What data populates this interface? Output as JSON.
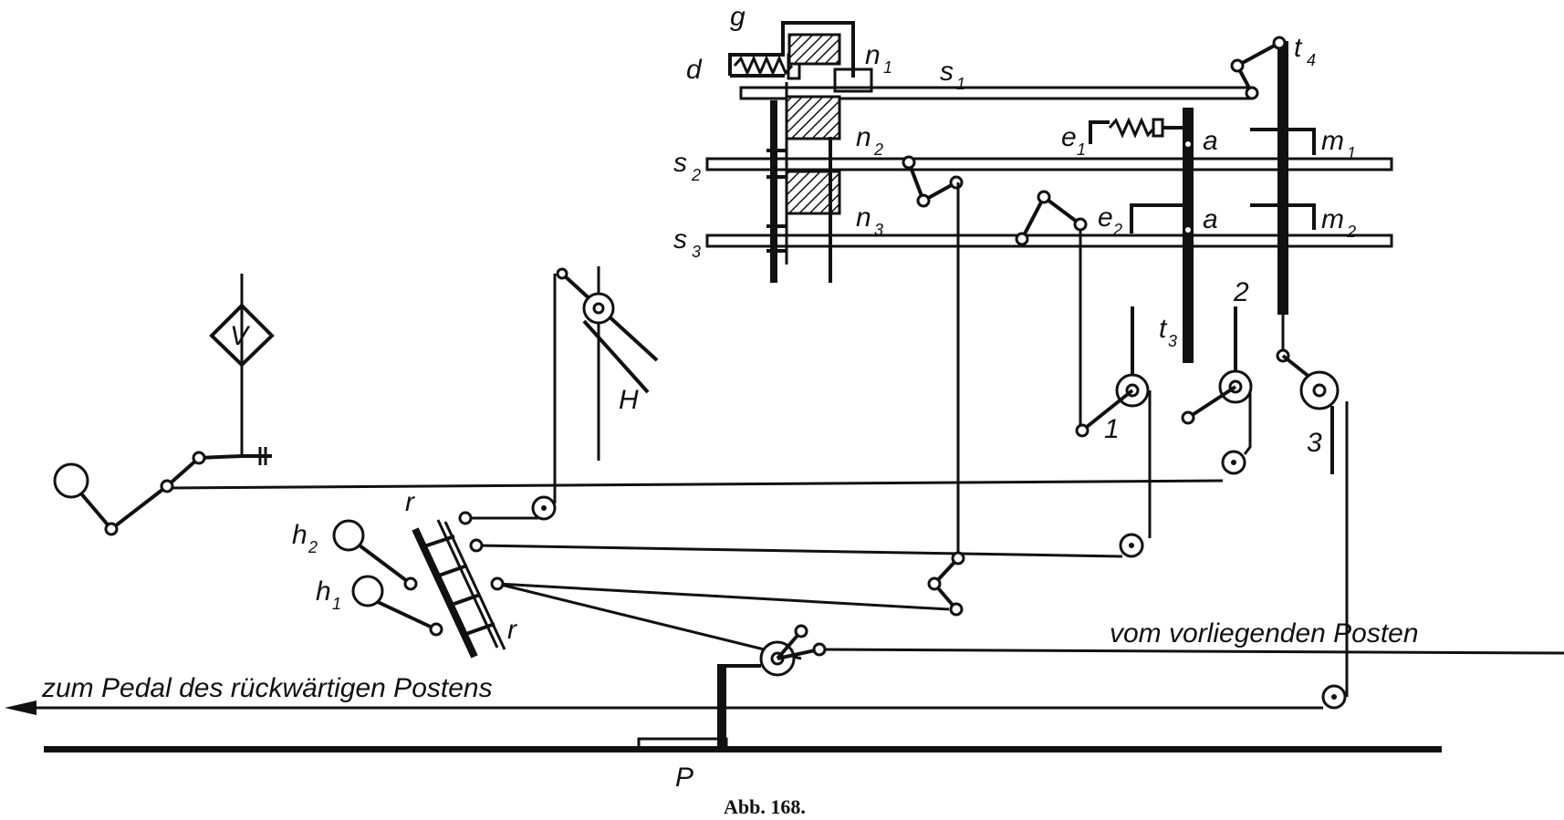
{
  "labels": {
    "g": "g",
    "d": "d",
    "n1": "n",
    "n1_sub": "1",
    "n2": "n",
    "n2_sub": "2",
    "n3": "n",
    "n3_sub": "3",
    "s1": "s",
    "s1_sub": "1",
    "s2": "s",
    "s2_sub": "2",
    "s3": "s",
    "s3_sub": "3",
    "e1": "e",
    "e1_sub": "1",
    "e2": "e",
    "e2_sub": "2",
    "a_top": "a",
    "a_bottom": "a",
    "m1": "m",
    "m1_sub": "1",
    "m2": "m",
    "m2_sub": "2",
    "t3": "t",
    "t3_sub": "3",
    "t4": "t",
    "t4_sub": "4",
    "num1": "1",
    "num2": "2",
    "num3": "3",
    "V": "V",
    "H": "H",
    "h1": "h",
    "h1_sub": "1",
    "h2": "h",
    "h2_sub": "2",
    "r_top": "r",
    "r_bottom": "r",
    "P": "P",
    "vom": "vom vorliegenden Posten",
    "zum": "zum Pedal des rückwärtigen Postens",
    "caption": "Abb. 168."
  }
}
